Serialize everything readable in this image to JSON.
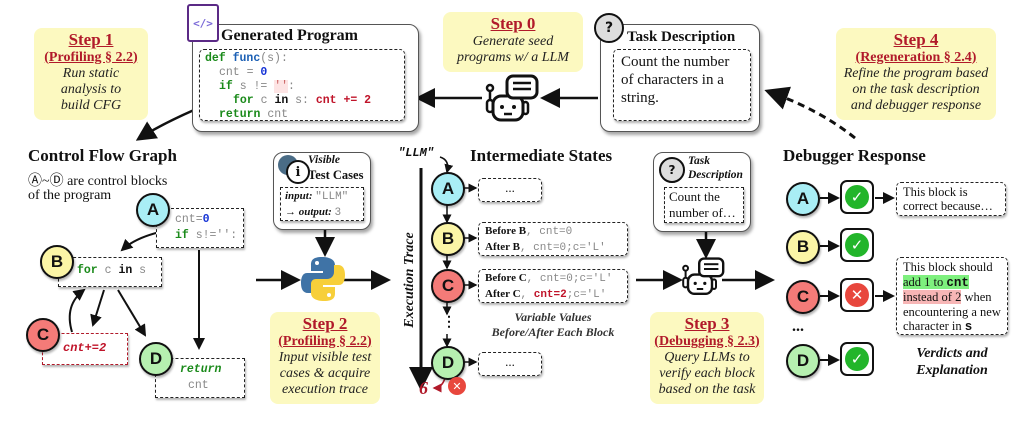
{
  "step0": {
    "title": "Step 0",
    "desc_line1": "Generate seed",
    "desc_line2": "programs  w/ a LLM"
  },
  "step1": {
    "title": "Step 1",
    "subtitle": "(Profiling § 2.2)",
    "desc_line1": "Run static",
    "desc_line2": "analysis to",
    "desc_line3": "build CFG"
  },
  "step2": {
    "title": "Step 2",
    "subtitle": "(Profiling § 2.2)",
    "desc_line1": "Input visible test",
    "desc_line2": "cases & acquire",
    "desc_line3": "execution trace"
  },
  "step3": {
    "title": "Step 3",
    "subtitle": "(Debugging § 2.3)",
    "desc_line1": "Query LLMs to",
    "desc_line2": "verify each block",
    "desc_line3": "based on the task"
  },
  "step4": {
    "title": "Step 4",
    "subtitle": "(Regeneration § 2.4)",
    "desc_line1": "Refine the program based",
    "desc_line2": "on the task description",
    "desc_line3": "and debugger response"
  },
  "generated_program": {
    "title": "Generated Program",
    "icon": "code-file-icon",
    "code": {
      "l1_kw": "def",
      "l1_fn": "func",
      "l1_rest": "(s):",
      "l2_a": "cnt = ",
      "l2_num": "0",
      "l3_kw": "if",
      "l3_rest": " s != ",
      "l3_str": "''",
      "l3_end": ":",
      "l4_kw": "for",
      "l4_c": " c ",
      "l4_in": "in",
      "l4_s": " s: ",
      "l4_red": "cnt += 2",
      "l5_kw": "return",
      "l5_rest": " cnt"
    }
  },
  "task_description": {
    "title": "Task Description",
    "icon": "question-bubble-icon",
    "text": "Count the number of characters in a string."
  },
  "cfg": {
    "title": "Control Flow Graph",
    "subtitle_line1": "Ⓐ~Ⓓ are control blocks",
    "subtitle_line2": "of the program",
    "nodes": [
      "A",
      "B",
      "C",
      "D"
    ],
    "blockA_1a": "cnt=",
    "blockA_1b": "0",
    "blockA_2a": "if",
    "blockA_2b": " s!='':",
    "blockB_a": "for",
    "blockB_b": " c ",
    "blockB_c": "in",
    "blockB_d": " s",
    "blockC": "cnt+=2",
    "blockD_1": "return",
    "blockD_2": "cnt"
  },
  "test_cases": {
    "title_line1": "Visible",
    "title_line2": "Test Cases",
    "icon": "info-bubble-icon",
    "input_label": "input:",
    "input_value": "\"LLM\"",
    "output_label": "→ output:",
    "output_value": "3"
  },
  "intermediate": {
    "title": "Intermediate States",
    "input_label": "\"LLM\"",
    "trace_label": "Execution Trace",
    "nodes": [
      "A",
      "B",
      "C",
      "D"
    ],
    "ellipsis": "...",
    "dots": "⋮",
    "b_before_label": "Before B",
    "b_before_val": ", cnt=0",
    "b_after_label": "After B",
    "b_after_val": ", cnt=0;c='L'",
    "c_before_label": "Before C",
    "c_before_val": ", cnt=0;c='L'",
    "c_after_label": "After C",
    "c_after_sep": ", ",
    "c_after_red": "cnt=2",
    "c_after_val": ";c='L'",
    "caption_line1": "Variable Values",
    "caption_line2": "Before/After Each Block",
    "result": "6"
  },
  "task_description_small": {
    "title_line1": "Task",
    "title_line2": "Description",
    "text_line1": "Count the",
    "text_line2": "number of…"
  },
  "debugger": {
    "title": "Debugger Response",
    "nodes": [
      "A",
      "B",
      "C",
      "D"
    ],
    "ellipsis": "...",
    "verdicts": [
      "correct",
      "correct",
      "incorrect",
      "correct"
    ],
    "explain_a": "This block is correct because…",
    "explain_c_1": "This block should",
    "explain_c_green": "add 1 to ",
    "explain_c_green_code": "cnt",
    "explain_c_red": "instead of 2",
    "explain_c_2": " when encountering a new character in ",
    "explain_c_code": "s",
    "caption_line1": "Verdicts and",
    "caption_line2": "Explanation"
  },
  "colors": {
    "step_red": "#b11a2a",
    "note_yellow": "#fcf9c0",
    "ok_green": "#22b52a",
    "bad_red": "#e8473d"
  }
}
